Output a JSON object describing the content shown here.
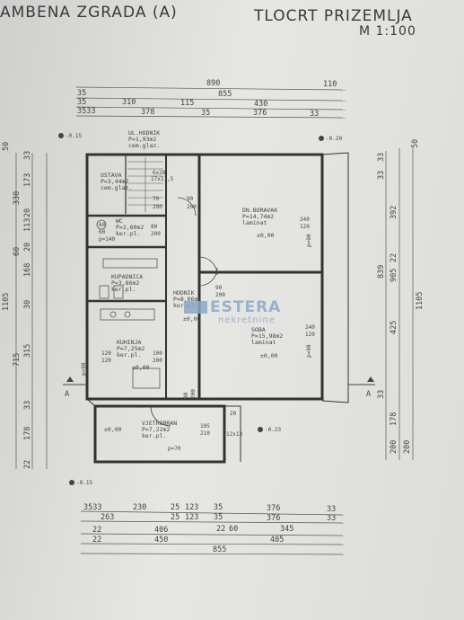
{
  "header": {
    "building": "AMBENA ZGRADA (A)",
    "plan_title": "TLOCRT PRIZEMLJA",
    "scale": "M 1:100"
  },
  "watermark": {
    "brand": "ESTERA",
    "sub": "nekretnine"
  },
  "top_dims": [
    "890",
    "110",
    "35",
    "855",
    "35",
    "310",
    "115",
    "430",
    "3533",
    "378",
    "35",
    "376",
    "33"
  ],
  "bottom_dims": [
    "3533",
    "230",
    "25",
    "123",
    "35",
    "376",
    "33",
    "263",
    "25",
    "123",
    "35",
    "376",
    "33",
    "22",
    "406",
    "22",
    "60",
    "345",
    "22",
    "450",
    "405",
    "855"
  ],
  "left_dims": [
    "50",
    "33",
    "173",
    "20",
    "113",
    "20",
    "168",
    "30",
    "315",
    "33",
    "178",
    "22",
    "330",
    "60",
    "1105",
    "715"
  ],
  "right_dims": [
    "50",
    "33",
    "392",
    "33",
    "839",
    "22",
    "905",
    "1105",
    "425",
    "33",
    "178",
    "200",
    "200"
  ],
  "levels": [
    "-0.15",
    "-0.20",
    "-0.15",
    "-0.23"
  ],
  "rooms": {
    "ul_hodnik": [
      "UL.HODNIK",
      "P=1,93m2",
      "cem.glaz."
    ],
    "ostava": [
      "OSTAVA",
      "P=3,44m2",
      "cem.glaz."
    ],
    "wc": [
      "WC",
      "P=2,60m2",
      "ker.pl."
    ],
    "kupaonica": [
      "KUPAONICA",
      "P=3,86m2",
      "ker.pl."
    ],
    "hodnik": [
      "HODNIK",
      "P=8,06m2",
      "ker.pl."
    ],
    "kuhinja": [
      "KUHINJA",
      "P=7,25m2",
      "ker.pl."
    ],
    "vjetrobran": [
      "VJETROBRAN",
      "P=7,22m2",
      "ker.pl."
    ],
    "dn_boravak": [
      "DN.BORAVAK",
      "P=14,74m2",
      "laminat"
    ],
    "soba": [
      "SOBA",
      "P=15,98m2",
      "laminat"
    ]
  },
  "openings": [
    "6x28",
    "17x17,5",
    "70",
    "200",
    "80",
    "200",
    "60",
    "60",
    "p=140",
    "90",
    "200",
    "240",
    "120",
    "p=90",
    "90",
    "200",
    "240",
    "120",
    "p=90",
    "100",
    "200",
    "120",
    "120",
    "p=90",
    "90",
    "200",
    "105",
    "210",
    "p=70",
    "12x13",
    "20"
  ],
  "elevation": "±0,00",
  "section": "A"
}
